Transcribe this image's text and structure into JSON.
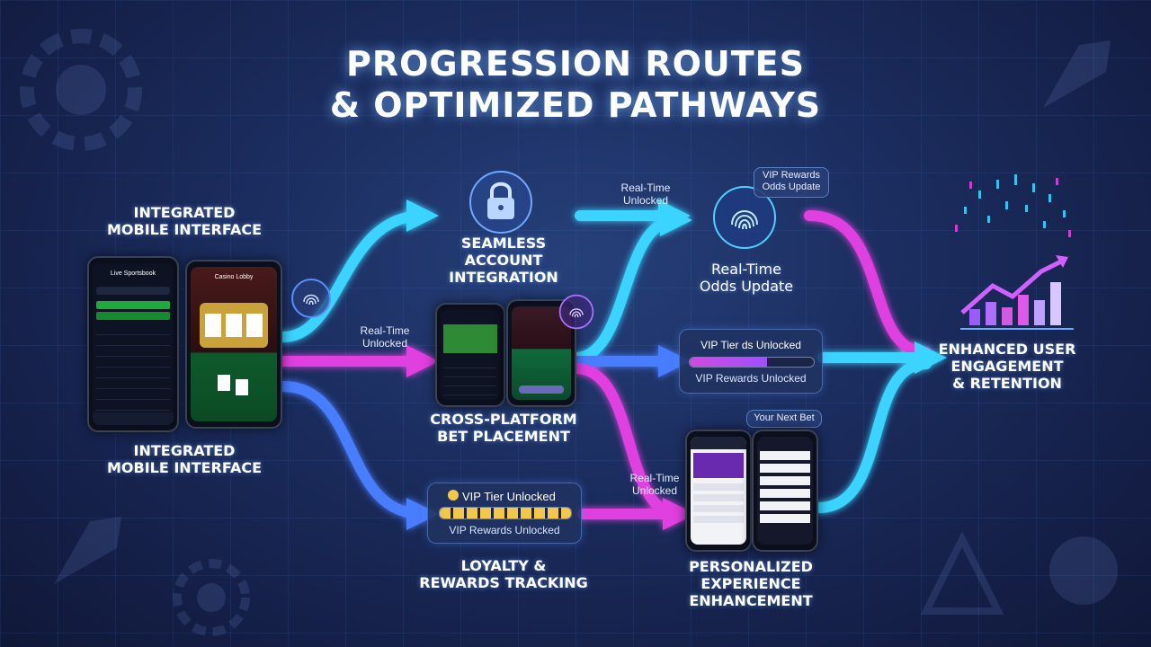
{
  "title": {
    "line1": "PROGRESSION ROUTES",
    "line2": "& OPTIMIZED PATHWAYS"
  },
  "nodes": {
    "mobile_top": {
      "line1": "INTEGRATED",
      "line2": "MOBILE INTERFACE"
    },
    "mobile_bottom": {
      "line1": "INTEGRATED",
      "line2": "MOBILE INTERFACE"
    },
    "account": {
      "line1": "SEAMLESS",
      "line2": "ACCOUNT",
      "line3": "INTEGRATION"
    },
    "bet": {
      "line1": "CROSS-PLATFORM",
      "line2": "BET PLACEMENT"
    },
    "loyalty": {
      "line1": "LOYALTY &",
      "line2": "REWARDS TRACKING"
    },
    "odds": {
      "line1": "Real-Time",
      "line2": "Odds Update"
    },
    "personalized": {
      "line1": "PERSONALIZED",
      "line2": "EXPERIENCE",
      "line3": "ENHANCEMENT"
    },
    "engagement": {
      "line1": "ENHANCED USER",
      "line2": "ENGAGEMENT",
      "line3": "& RETENTION"
    }
  },
  "edge_labels": {
    "a": {
      "line1": "Real-Time",
      "line2": "Unlocked"
    },
    "b": {
      "line1": "Real-Time",
      "line2": "Unlocked"
    },
    "c": {
      "line1": "Real-Time",
      "line2": "Unlocked"
    }
  },
  "cards": {
    "vip_mid": {
      "title": "VIP Tier ds Unlocked",
      "sub": "VIP Rewards Unlocked"
    },
    "vip_loyalty": {
      "title": "VIP Tier Unlocked",
      "sub": "VIP Rewards Unlocked"
    },
    "badge_odds": {
      "line1": "VIP Rewards",
      "line2": "Odds Update"
    },
    "badge_next": {
      "text": "Your Next Bet"
    }
  },
  "phones": {
    "sports": {
      "header": "Live Sportsbook"
    },
    "casino": {
      "header": "Casino Lobby"
    }
  },
  "colors": {
    "cyan": "#3ad3ff",
    "blue": "#4a7dff",
    "magenta": "#e040e0",
    "purple": "#9a5cff"
  }
}
